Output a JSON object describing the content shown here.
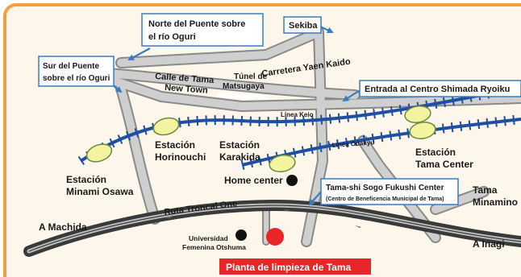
{
  "map": {
    "title": "",
    "colors": {
      "frame_border": "#f0a040",
      "frame_bg": "#fdf6ea",
      "road_fill": "#cfcfcf",
      "road_edge": "#8a8a8a",
      "highway_dark": "#3a3a3a",
      "railway": "#1f4fa0",
      "station_fill": "#f3f3a0",
      "station_edge": "#6a8a40",
      "callout_border": "#3a7bbf",
      "destination_red": "#e8262a",
      "landmark_black": "#111111",
      "text": "#1a1a1a"
    },
    "callouts": {
      "north_bridge": {
        "line1": "Norte del Puente sobre",
        "line2": "el río Oguri"
      },
      "south_bridge": {
        "line1": "Sur del Puente",
        "line2": "sobre el río Oguri"
      },
      "sekiba": "Sekiba",
      "shimada": "Entrada al Centro Shimada Ryoiku",
      "fukushi": {
        "line1": "Tama-shi Sogo Fukushi Center",
        "line2": "(Centro de Beneficencia Municipal de Tama)"
      },
      "destination": "Planta de limpieza de Tama"
    },
    "road_labels": {
      "yaen_kaido": "Carretera Yaen Kaido",
      "new_town": {
        "line1": "Calle de Tama",
        "line2": "New Town"
      },
      "tunnel": {
        "line1": "Túnel de",
        "line2": "Matsugaya"
      },
      "ruta_troncal": "Ruta Troncal One"
    },
    "railway_labels": {
      "keio": "Línea Keio",
      "odakyu": "Línea Odakyu"
    },
    "stations": {
      "minami_osawa": {
        "line1": "Estación",
        "line2": "Minami Osawa"
      },
      "horinouchi": {
        "line1": "Estación",
        "line2": "Horinouchi"
      },
      "karakida": {
        "line1": "Estación",
        "line2": "Karakida"
      },
      "tama_center": {
        "line1": "Estación",
        "line2": "Tama Center"
      }
    },
    "landmarks": {
      "home_center": "Home center",
      "university": {
        "line1": "Universidad",
        "line2": "Femenina Otshuma"
      }
    },
    "directions": {
      "machida": "A Machida",
      "inagi": "A Inagi",
      "tama_minamino": {
        "line1": "Tama",
        "line2": "Minamino"
      }
    }
  }
}
